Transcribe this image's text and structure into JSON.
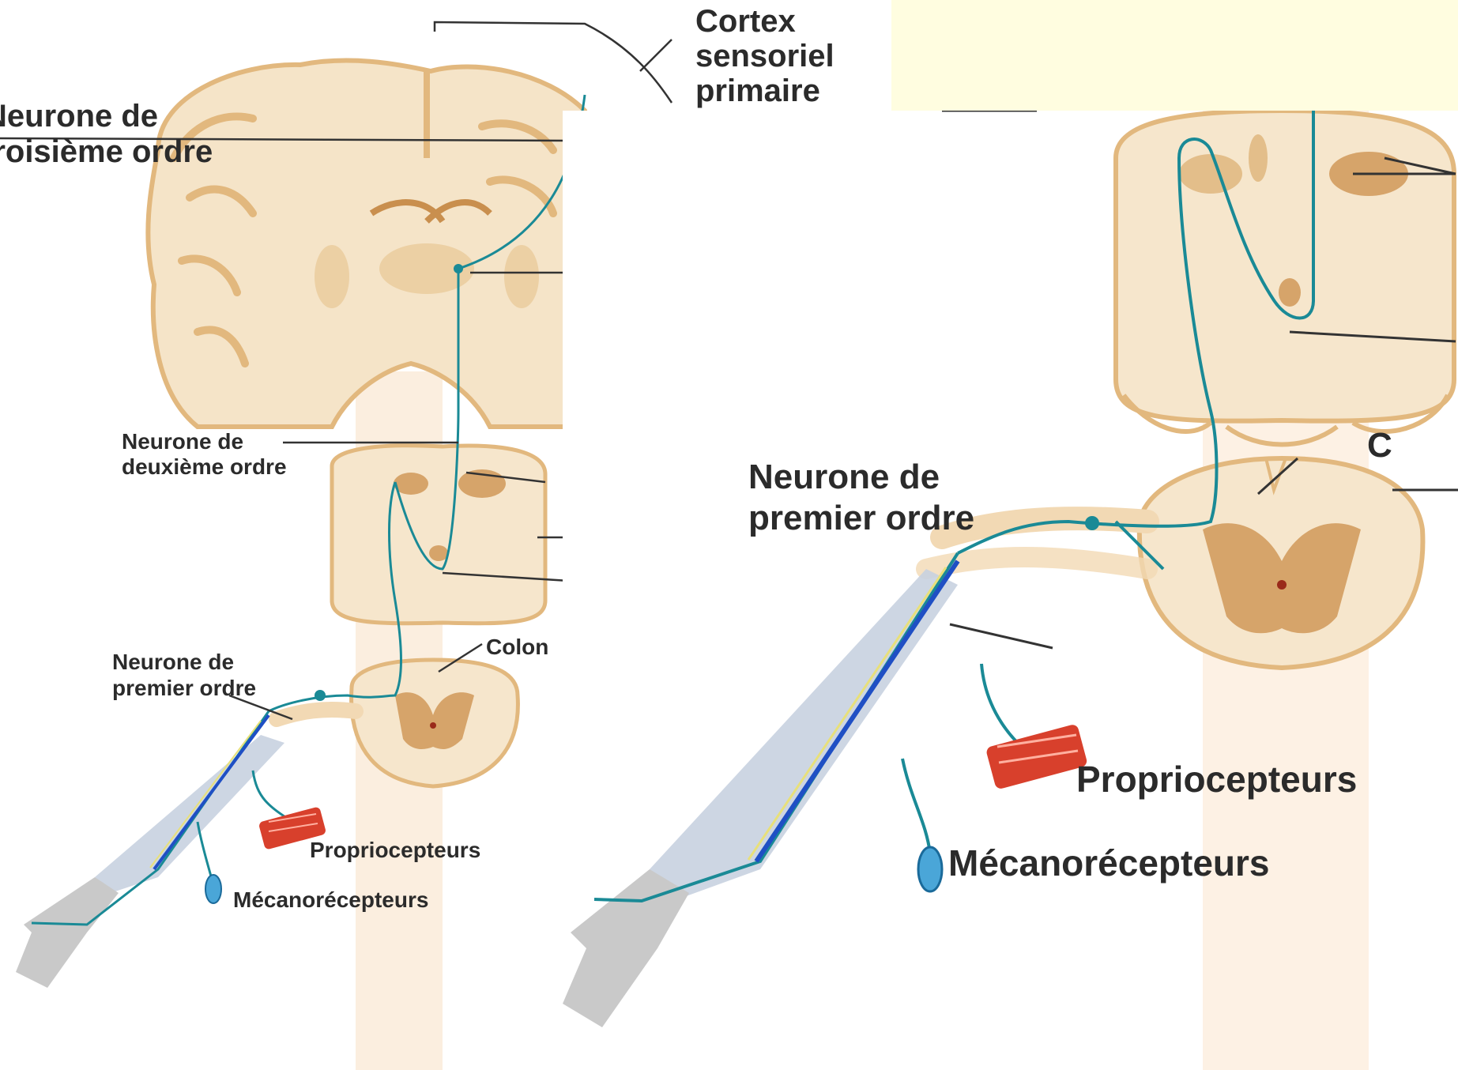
{
  "colors": {
    "nerve": "#1a8a96",
    "axon_blue": "#1f4fc4",
    "tissue": "#e9c48e",
    "tissue_light": "#f6e6cc",
    "gray_matter": "#d6a46a",
    "muscle": "#d8402c",
    "limb": "#aab8cc",
    "note_bg": "#fffde0"
  },
  "left_panel": {
    "cortex_label": [
      "Cortex",
      "sensoriel",
      "primaire"
    ],
    "third_order_label": [
      "Neurone de",
      "troisième ordre"
    ],
    "second_order_label": [
      "Neurone de",
      "deuxième ordre"
    ],
    "first_order_label": [
      "Neurone de",
      "premier ordre"
    ],
    "column_label": "Colon",
    "proprioceptors_label": "Propriocepteurs",
    "mechanoreceptors_label": "Mécanorécepteurs"
  },
  "right_panel": {
    "first_order_label": [
      "Neurone de",
      "premier ordre"
    ],
    "column_label": "C",
    "proprioceptors_label": "Propriocepteurs",
    "mechanoreceptors_label": "Mécanorécepteurs"
  }
}
